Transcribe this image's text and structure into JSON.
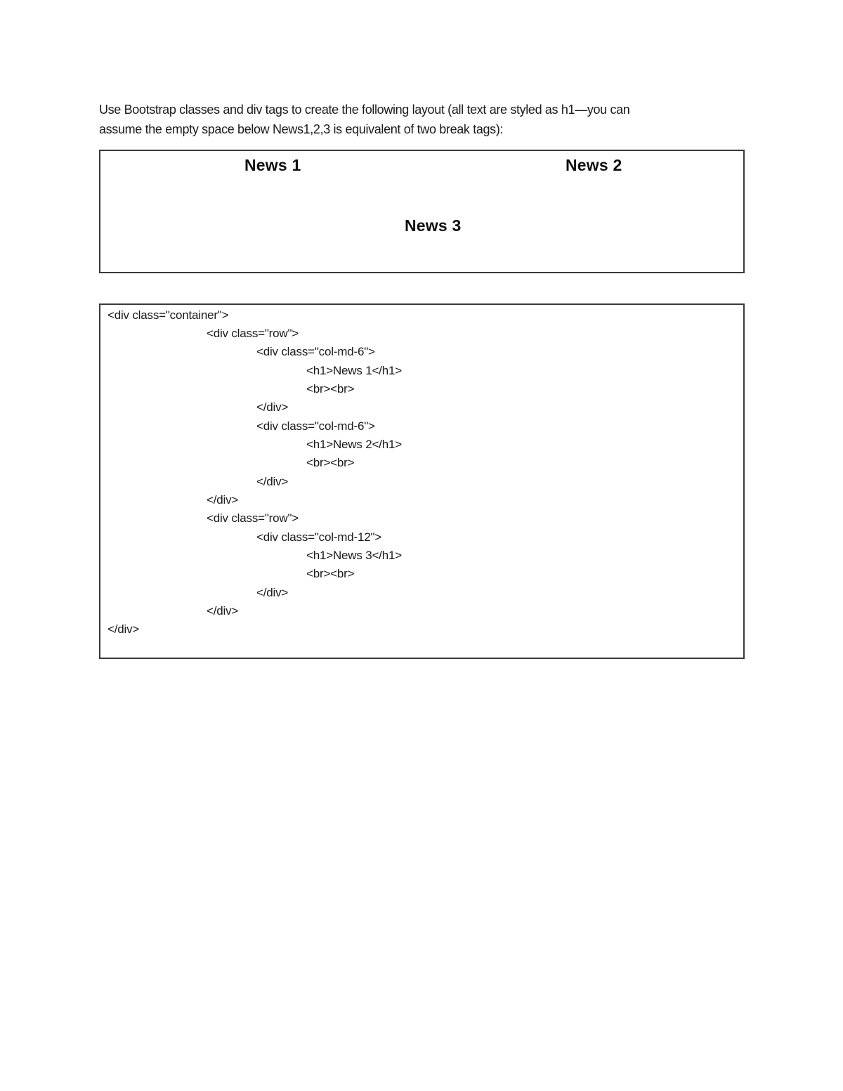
{
  "instructions": {
    "line1": "Use Bootstrap classes and div tags to create the following layout (all text are styled as h1—you can",
    "line2": "assume the empty space below News1,2,3 is equivalent of two break tags):"
  },
  "layout_preview": {
    "news_1": "News 1",
    "news_2": "News 2",
    "news_3": "News 3"
  },
  "code": {
    "lines": [
      {
        "indent": 0,
        "text": "<div class=\"container\">"
      },
      {
        "indent": 1,
        "text": "<div class=\"row\">"
      },
      {
        "indent": 2,
        "text": "<div class=\"col-md-6\">"
      },
      {
        "indent": 3,
        "text": "<h1>News 1</h1>"
      },
      {
        "indent": 3,
        "text": "<br><br>"
      },
      {
        "indent": 2,
        "text": "</div>"
      },
      {
        "indent": 2,
        "text": "<div class=\"col-md-6\">"
      },
      {
        "indent": 3,
        "text": "<h1>News 2</h1>"
      },
      {
        "indent": 3,
        "text": "<br><br>"
      },
      {
        "indent": 2,
        "text": "</div>"
      },
      {
        "indent": 1,
        "text": "</div>"
      },
      {
        "indent": 1,
        "text": "<div class=\"row\">"
      },
      {
        "indent": 2,
        "text": "<div class=\"col-md-12\">"
      },
      {
        "indent": 3,
        "text": "<h1>News 3</h1>"
      },
      {
        "indent": 3,
        "text": "<br><br>"
      },
      {
        "indent": 2,
        "text": "</div>"
      },
      {
        "indent": 1,
        "text": "</div>"
      },
      {
        "indent": 0,
        "text": "</div>"
      }
    ]
  },
  "colors": {
    "border": "#3a3a3a",
    "text": "#1a1a1a",
    "background": "#ffffff"
  }
}
